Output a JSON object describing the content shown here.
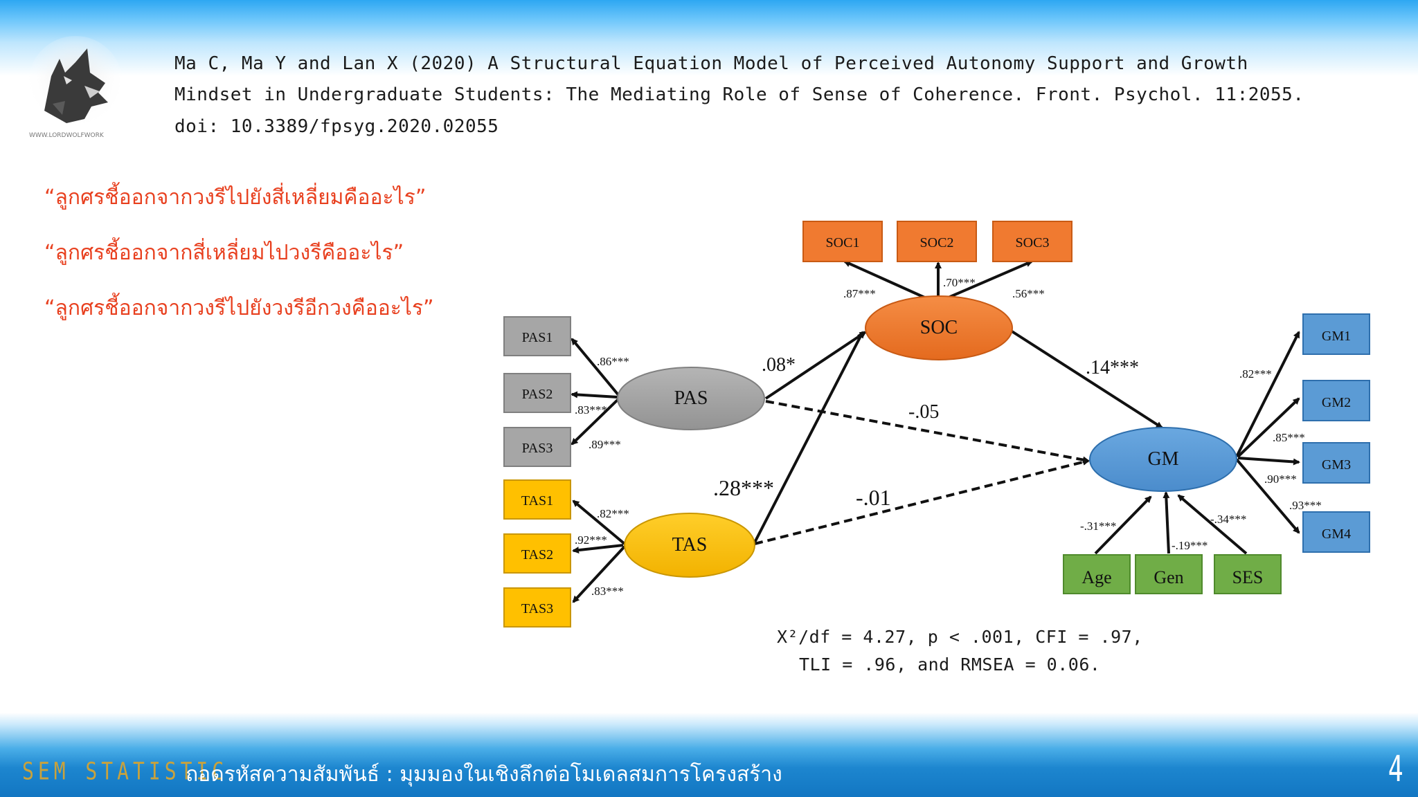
{
  "citation": [
    "Ma C, Ma Y and Lan X (2020) A Structural Equation Model of Perceived Autonomy Support and Growth",
    "Mindset in Undergraduate Students: The Mediating Role of Sense of Coherence. Front. Psychol. 11:2055.",
    "doi: 10.3389/fpsyg.2020.02055"
  ],
  "logo_text": "WWW.LORDWOLFWORK",
  "questions": [
    "“ลูกศรชี้ออกจากวงรีไปยังสี่เหลี่ยมคืออะไร”",
    "“ลูกศรชี้ออกจากสี่เหลี่ยมไปวงรีคืออะไร”",
    "“ลูกศรชี้ออกจากวงรีไปยังวงรีอีกวงคืออะไร”"
  ],
  "colors": {
    "orange": "#f07a30",
    "gray": "#a6a6a6",
    "yellow": "#ffc000",
    "blue": "#5b9bd5",
    "green": "#70ad47",
    "question_red": "#e8401f"
  },
  "latent": {
    "soc": "SOC",
    "pas": "PAS",
    "tas": "TAS",
    "gm": "GM"
  },
  "indicators": {
    "soc": [
      "SOC1",
      "SOC2",
      "SOC3"
    ],
    "pas": [
      "PAS1",
      "PAS2",
      "PAS3"
    ],
    "tas": [
      "TAS1",
      "TAS2",
      "TAS3"
    ],
    "gm": [
      "GM1",
      "GM2",
      "GM3",
      "GM4"
    ]
  },
  "covariates": [
    "Age",
    "Gen",
    "SES"
  ],
  "loadings": {
    "soc": [
      ".87***",
      ".70***",
      ".56***"
    ],
    "pas": [
      ".86***",
      ".83***",
      ".89***"
    ],
    "tas": [
      ".82***",
      ".92***",
      ".83***"
    ],
    "gm": [
      ".82***",
      ".85***",
      ".90***",
      ".93***"
    ],
    "covariates": [
      "-.31***",
      "-.19***",
      "-.34***"
    ]
  },
  "paths": {
    "pas_soc": ".08*",
    "tas_soc": ".28***",
    "pas_gm": "-.05",
    "tas_gm": "-.01",
    "soc_gm": ".14***"
  },
  "fit": [
    "Χ²/df = 4.27, p < .001, CFI = .97,",
    "TLI = .96, and RMSEA = 0.06."
  ],
  "footer": {
    "brand": "SEM STATISTIC",
    "subtitle": "ถอดรหัสความสัมพันธ์ : มุมมองในเชิงลึกต่อโมเดลสมการโครงสร้าง",
    "page": "4"
  }
}
